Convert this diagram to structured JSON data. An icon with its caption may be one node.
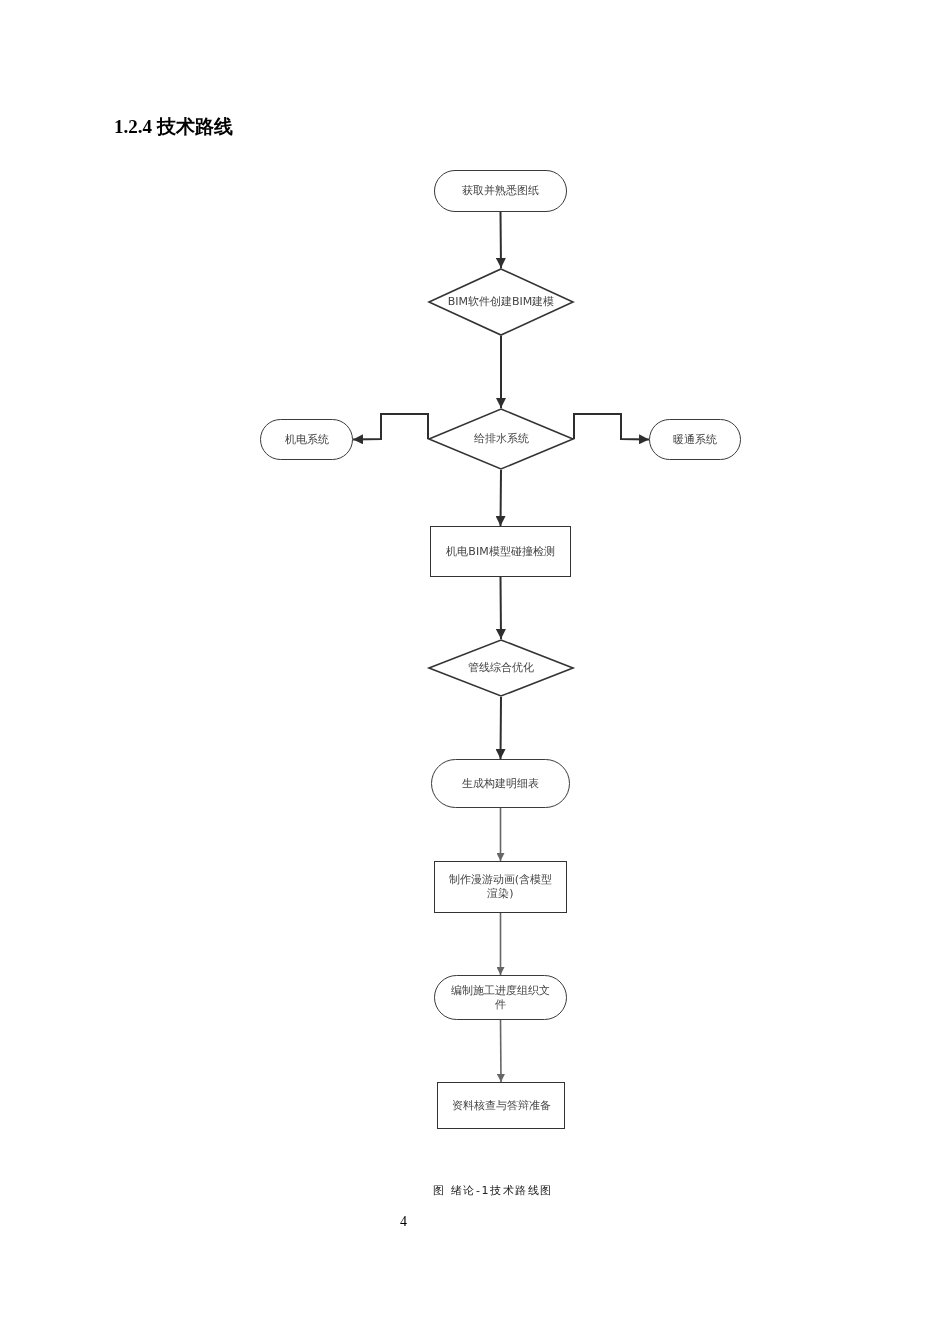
{
  "diagram": {
    "title": "1.2.4 技术路线",
    "caption": "图 绪论-1技术路线图",
    "nodes": [
      {
        "text": [
          "获取并熟悉图纸"
        ]
      },
      {
        "text": [
          "BIM软件创建BIM建模"
        ]
      },
      {
        "text": [
          "给排水系统"
        ]
      },
      {
        "text": [
          "机电系统"
        ]
      },
      {
        "text": [
          "暖通系统"
        ]
      },
      {
        "text": [
          "机电BIM模型碰撞检测"
        ]
      },
      {
        "text": [
          "管线综合优化"
        ]
      },
      {
        "text": [
          "生成构建明细表"
        ]
      },
      {
        "text": [
          "制作漫游动画(含模型渲染)"
        ]
      },
      {
        "text": [
          "编制施工进度组织文件"
        ]
      },
      {
        "text": [
          "资料核查与答辩准备"
        ]
      }
    ],
    "edges": [
      {
        "from": 0,
        "to": 1,
        "arrow": "to"
      },
      {
        "from": 1,
        "to": 2,
        "arrow": "to"
      },
      {
        "from": 2,
        "to": 3,
        "arrow": "to"
      },
      {
        "from": 2,
        "to": 4,
        "arrow": "to"
      },
      {
        "from": 2,
        "to": 5,
        "arrow": "to"
      },
      {
        "from": 5,
        "to": 6,
        "arrow": "to"
      },
      {
        "from": 6,
        "to": 7,
        "arrow": "to"
      },
      {
        "from": 7,
        "to": 8,
        "arrow": "to",
        "color": "#666666"
      },
      {
        "from": 8,
        "to": 9,
        "arrow": "to",
        "color": "#666666"
      },
      {
        "from": 9,
        "to": 10,
        "arrow": "to",
        "color": "#666666"
      }
    ],
    "labels": [
      "4"
    ]
  }
}
